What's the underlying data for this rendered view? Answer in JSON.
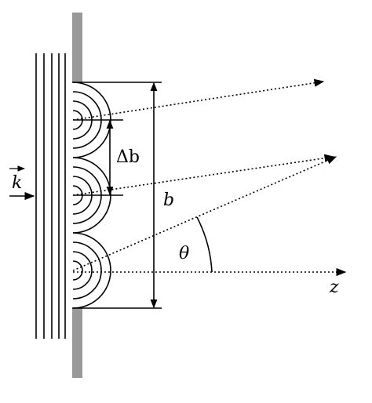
{
  "labels": {
    "wave_vector": "k",
    "slit_spacing": "Δb",
    "aperture": "b",
    "angle": "θ",
    "axis": "z"
  },
  "colors": {
    "screen": "#999999",
    "ink": "#000000"
  }
}
